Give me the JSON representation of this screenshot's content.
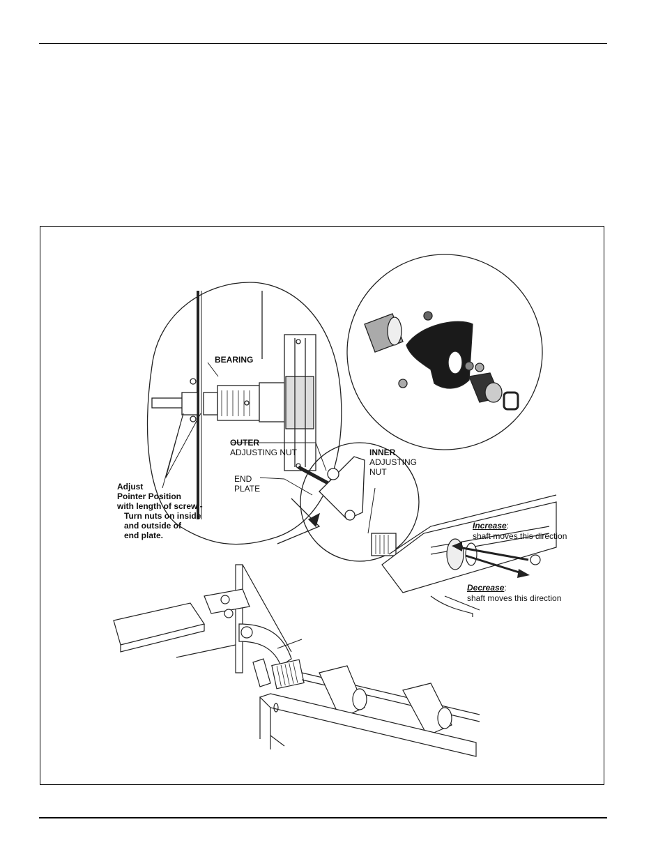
{
  "figure": {
    "labels": {
      "bearing": "BEARING",
      "outer_adjusting_nut_line1": "OUTER",
      "outer_adjusting_nut_line2": "ADJUSTING NUT",
      "end_plate_line1": "END",
      "end_plate_line2": "PLATE",
      "inner_adjusting_nut_line1": "INNER",
      "inner_adjusting_nut_line2": "ADJUSTING",
      "inner_adjusting_nut_line3": "NUT",
      "adjust_line1": "Adjust",
      "adjust_line2": "Pointer Position",
      "adjust_line3": "with length of screw -",
      "adjust_line4": "Turn nuts on inside",
      "adjust_line5": "and outside of",
      "adjust_line6": "end plate.",
      "increase_word": "Increase",
      "increase_rest": ":",
      "increase_desc": "shaft moves this direction",
      "decrease_word": "Decrease",
      "decrease_rest": ":",
      "decrease_desc": "shaft moves this direction"
    }
  }
}
